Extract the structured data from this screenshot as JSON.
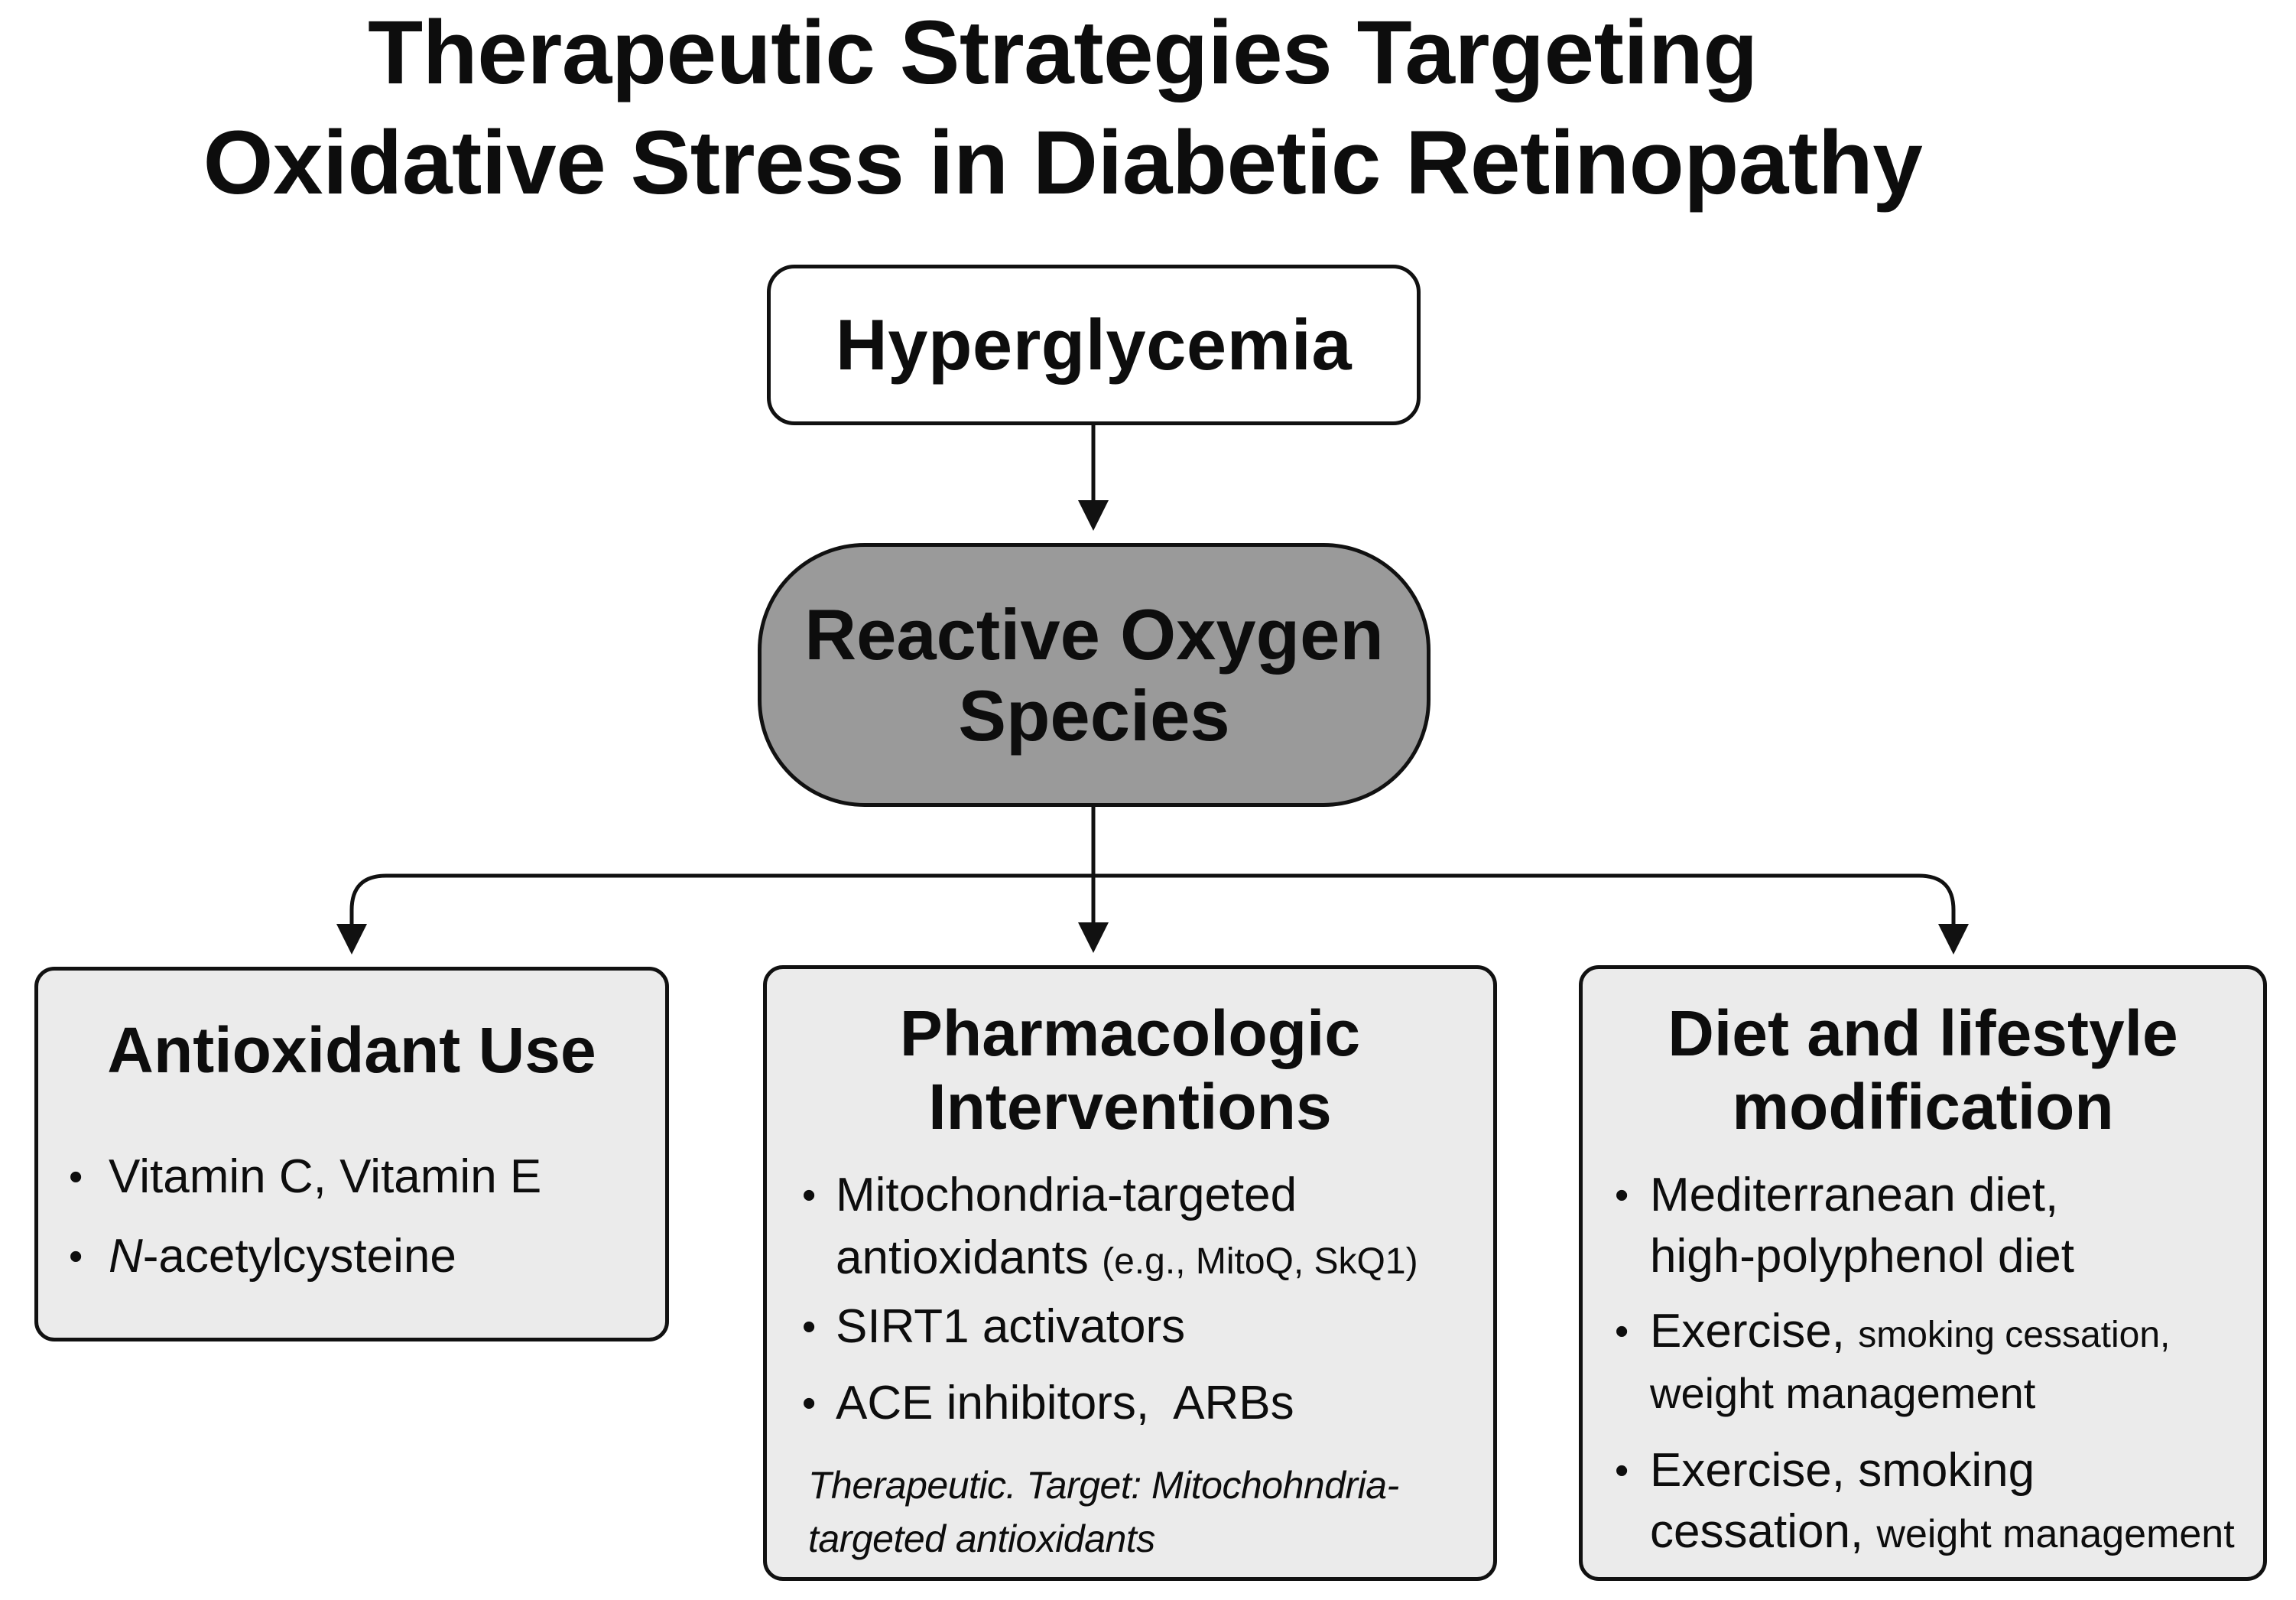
{
  "title": {
    "line1": "Therapeutic Strategies Targeting",
    "line2": "Oxidative Stress in Diabetic Retinopathy"
  },
  "nodes": {
    "hyperglycemia": "Hyperglycemia",
    "ros": {
      "line1": "Reactive Oxygen",
      "line2": "Species"
    }
  },
  "antioxidant": {
    "heading": "Antioxidant Use",
    "items": [
      {
        "text": "Vitamin C, Vitamin E"
      },
      {
        "prefix": "N",
        "text": "-acetylcysteine"
      }
    ]
  },
  "pharmacologic": {
    "heading_line1": "Pharmacologic",
    "heading_line2": "Interventions",
    "items": [
      {
        "line1": "Mitochondria-targeted",
        "line2": "antioxidants",
        "line2_small": "(e.g., MitoQ, SkQ1)"
      },
      {
        "text": "SIRT1 activators"
      },
      {
        "text": "ACE inhibitors,  ARBs"
      }
    ],
    "note_line1": "Therapeutic. Target: Mitochohndria-",
    "note_line2": "targeted antioxidants"
  },
  "diet": {
    "heading_line1": "Diet and lifestyle",
    "heading_line2": "modification",
    "items": [
      {
        "line1": "Mediterranean diet,",
        "line2": "high-polyphenol diet"
      },
      {
        "line1_large": "Exercise,",
        "line1_small": "smoking cessation,",
        "line2": "weight management"
      },
      {
        "line1": "Exercise, smoking",
        "line2_large": "cessation,",
        "line2_small": "weight management"
      }
    ]
  },
  "bullet_glyph": "•"
}
